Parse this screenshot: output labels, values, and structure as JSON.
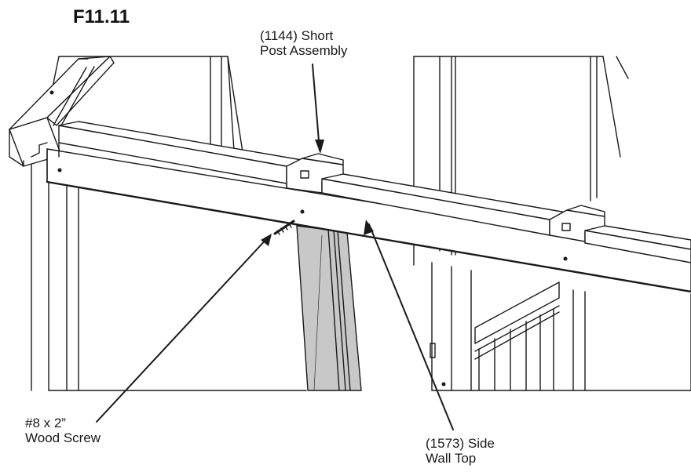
{
  "figure": {
    "title": "F11.11"
  },
  "callouts": {
    "short_post": {
      "line1": "(1144) Short",
      "line2": "Post Assembly"
    },
    "screw": {
      "line1": "#8 x 2”",
      "line2": "Wood Screw"
    },
    "side_wall_top": {
      "line1": "(1573) Side",
      "line2": "Wall Top"
    }
  },
  "colors": {
    "line": "#1a1a1a",
    "shade": "#c8c8c8",
    "paper": "#ffffff"
  }
}
